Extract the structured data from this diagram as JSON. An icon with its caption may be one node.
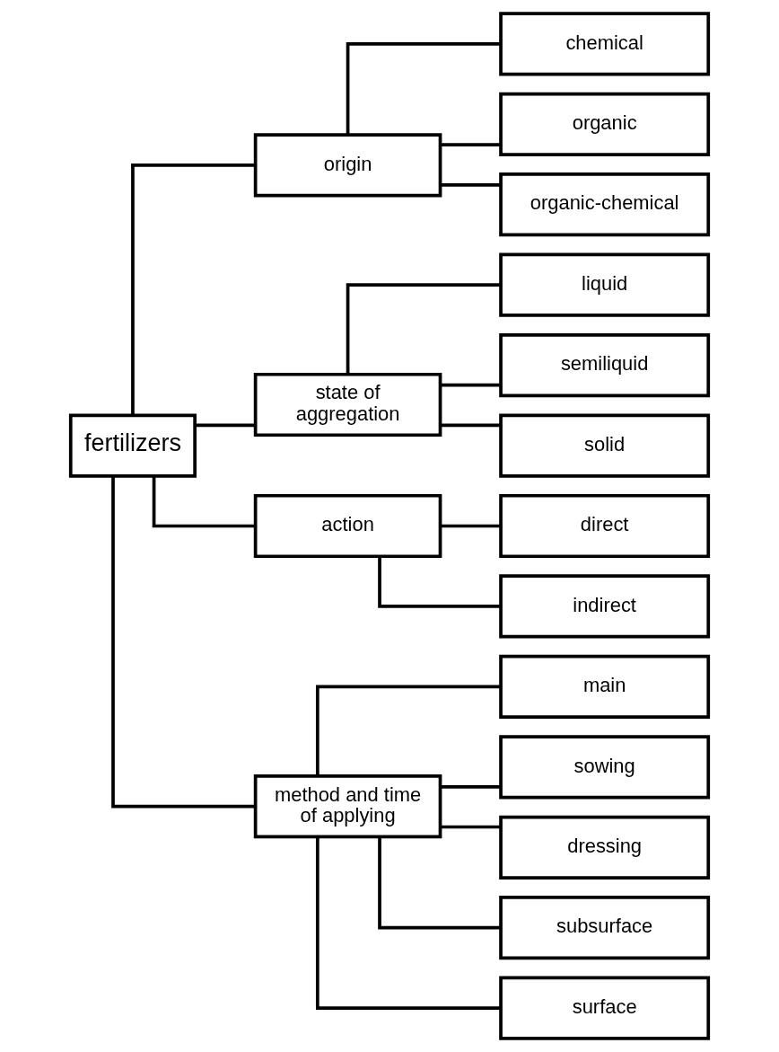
{
  "diagram": {
    "nodes": [
      {
        "text": [
          "fertilizers"
        ]
      },
      {
        "text": [
          "origin"
        ]
      },
      {
        "text": [
          "chemical"
        ]
      },
      {
        "text": [
          "organic"
        ]
      },
      {
        "text": [
          "organic-chemical"
        ]
      },
      {
        "text": [
          "state of aggregation"
        ]
      },
      {
        "text": [
          "liquid"
        ]
      },
      {
        "text": [
          "semiliquid"
        ]
      },
      {
        "text": [
          "solid"
        ]
      },
      {
        "text": [
          "action"
        ]
      },
      {
        "text": [
          "direct"
        ]
      },
      {
        "text": [
          "indirect"
        ]
      },
      {
        "text": [
          "method and time of applying"
        ]
      },
      {
        "text": [
          "main"
        ]
      },
      {
        "text": [
          "sowing"
        ]
      },
      {
        "text": [
          "dressing"
        ]
      },
      {
        "text": [
          "subsurface"
        ]
      },
      {
        "text": [
          "surface"
        ]
      }
    ],
    "edges": [
      {
        "from": 0,
        "to": 1,
        "arrow": "none"
      },
      {
        "from": 0,
        "to": 5,
        "arrow": "none"
      },
      {
        "from": 0,
        "to": 9,
        "arrow": "none"
      },
      {
        "from": 0,
        "to": 12,
        "arrow": "none"
      },
      {
        "from": 1,
        "to": 2,
        "arrow": "none"
      },
      {
        "from": 1,
        "to": 3,
        "arrow": "none"
      },
      {
        "from": 1,
        "to": 4,
        "arrow": "none"
      },
      {
        "from": 5,
        "to": 6,
        "arrow": "none"
      },
      {
        "from": 5,
        "to": 7,
        "arrow": "none"
      },
      {
        "from": 5,
        "to": 8,
        "arrow": "none"
      },
      {
        "from": 9,
        "to": 10,
        "arrow": "none"
      },
      {
        "from": 9,
        "to": 11,
        "arrow": "none"
      },
      {
        "from": 12,
        "to": 13,
        "arrow": "none"
      },
      {
        "from": 12,
        "to": 14,
        "arrow": "none"
      },
      {
        "from": 12,
        "to": 15,
        "arrow": "none"
      },
      {
        "from": 12,
        "to": 16,
        "arrow": "none"
      },
      {
        "from": 12,
        "to": 17,
        "arrow": "none"
      }
    ]
  }
}
